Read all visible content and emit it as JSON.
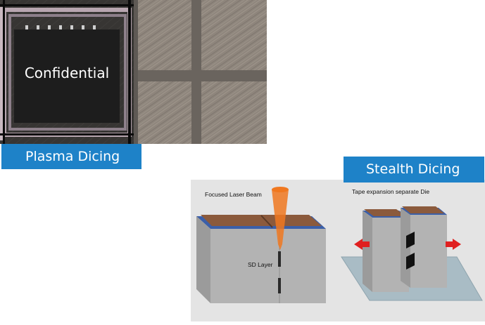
{
  "plasma": {
    "watermark": "Confidential",
    "label": "Plasma Dicing"
  },
  "stealth": {
    "label": "Stealth Dicing",
    "laser_label": "Focused Laser Beam",
    "layer_label": "SD Layer",
    "tape_label": "Tape expansion separate Die"
  },
  "colors": {
    "label_blue": "#1e82c8",
    "panel_gray": "#e4e4e4",
    "laser_orange": "#f07820",
    "arrow_red": "#e02020",
    "wafer_brown": "#8b5a3c",
    "block_gray": "#a9a9a9"
  }
}
